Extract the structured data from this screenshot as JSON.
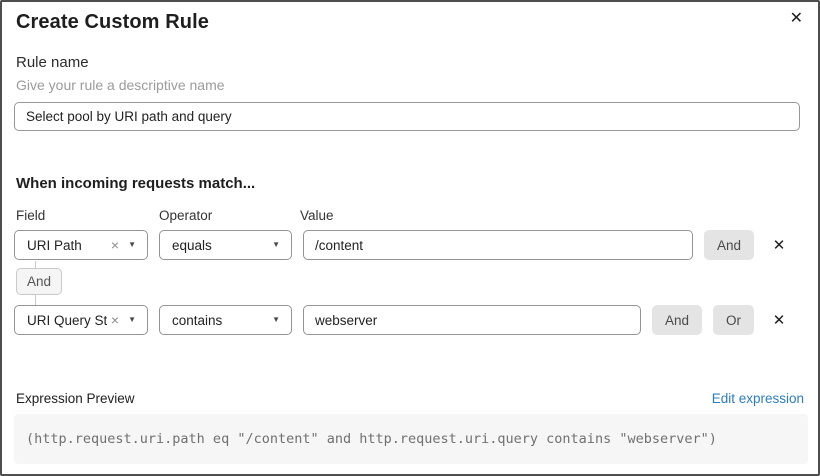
{
  "dialog": {
    "title": "Create Custom Rule"
  },
  "icons": {
    "close": "✕",
    "remove_row": "✕",
    "clear_selection": "×",
    "chevron_down": "▼"
  },
  "rule_name": {
    "label": "Rule name",
    "helper": "Give your rule a descriptive name",
    "value": "Select pool by URI path and query"
  },
  "match": {
    "heading": "When incoming requests match...",
    "columns": {
      "field": "Field",
      "operator": "Operator",
      "value": "Value"
    },
    "connector_label": "And",
    "rows": [
      {
        "field": "URI Path",
        "operator": "equals",
        "value": "/content",
        "and_label": "And"
      },
      {
        "field": "URI Query St...",
        "operator": "contains",
        "value": "webserver",
        "and_label": "And",
        "or_label": "Or"
      }
    ]
  },
  "expression": {
    "label": "Expression Preview",
    "edit_link": "Edit expression",
    "code": "(http.request.uri.path eq \"/content\" and http.request.uri.query contains \"webserver\")"
  },
  "colors": {
    "link_blue": "#2f7db8",
    "button_gray": "#e4e4e4",
    "code_background": "#f6f6f6",
    "input_border": "#949494"
  }
}
